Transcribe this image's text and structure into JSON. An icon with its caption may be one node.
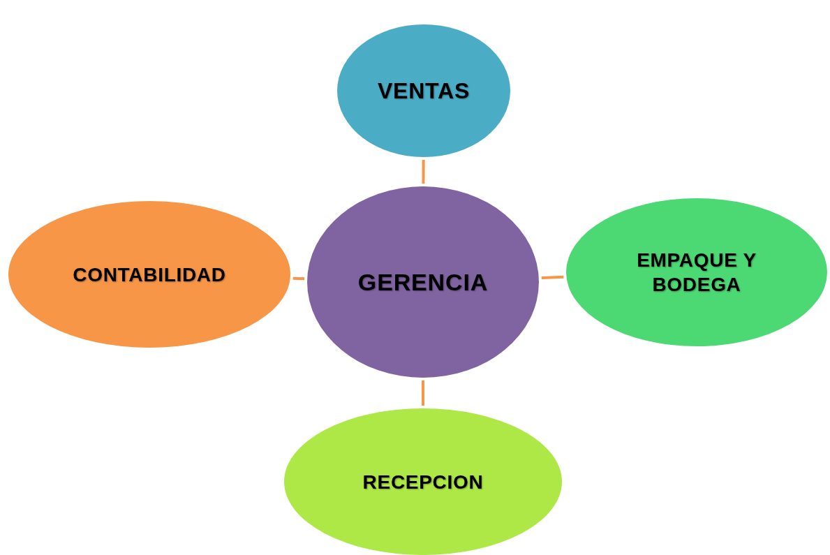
{
  "diagram": {
    "nodes": [
      {
        "text": [
          "VENTAS"
        ]
      },
      {
        "text": [
          "CONTABILIDAD"
        ]
      },
      {
        "text": [
          "GERENCIA"
        ]
      },
      {
        "text": [
          "EMPAQUE Y BODEGA"
        ]
      },
      {
        "text": [
          "RECEPCION"
        ]
      }
    ],
    "edges": [
      {
        "from": 2,
        "to": 0,
        "arrow": "none"
      },
      {
        "from": 2,
        "to": 1,
        "arrow": "none"
      },
      {
        "from": 2,
        "to": 3,
        "arrow": "none"
      },
      {
        "from": 2,
        "to": 4,
        "arrow": "none"
      }
    ]
  }
}
